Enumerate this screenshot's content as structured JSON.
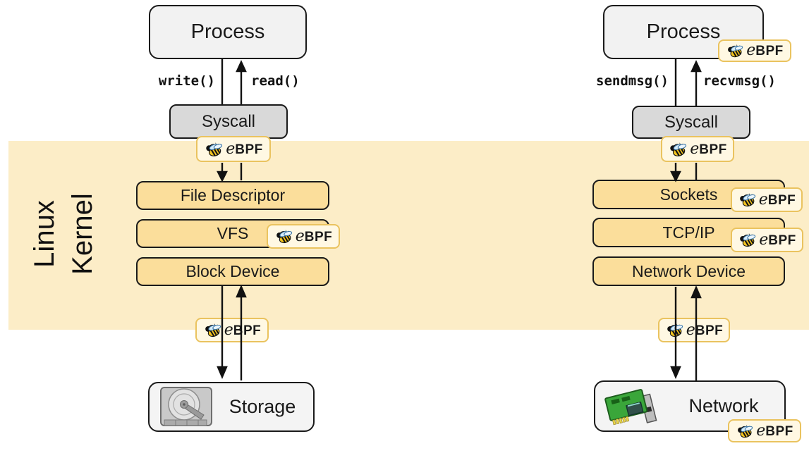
{
  "colors": {
    "band": "#FCEDC7",
    "layer": "#FBDE9B",
    "badge-bg": "#FFF8E3",
    "badge-border": "#EAC35F",
    "process": "#F2F2F2",
    "syscall": "#D9D9D9",
    "endpoint": "#F4F4F4",
    "ink": "#1a1a1a"
  },
  "kernel": {
    "label_line1": "Linux",
    "label_line2": "Kernel"
  },
  "ebpf_badge": {
    "e": "e",
    "bpf": "BPF"
  },
  "icons": {
    "bee": "ebpf-bee",
    "storage": "hard-disk",
    "network": "network-interface-card"
  },
  "left_stack": {
    "process": "Process",
    "syscall": "Syscall",
    "down_call": "write()",
    "up_call": "read()",
    "layers": [
      "File Descriptor",
      "VFS",
      "Block Device"
    ],
    "endpoint": "Storage"
  },
  "right_stack": {
    "process": "Process",
    "syscall": "Syscall",
    "down_call": "sendmsg()",
    "up_call": "recvmsg()",
    "layers": [
      "Sockets",
      "TCP/IP",
      "Network Device"
    ],
    "endpoint": "Network"
  }
}
